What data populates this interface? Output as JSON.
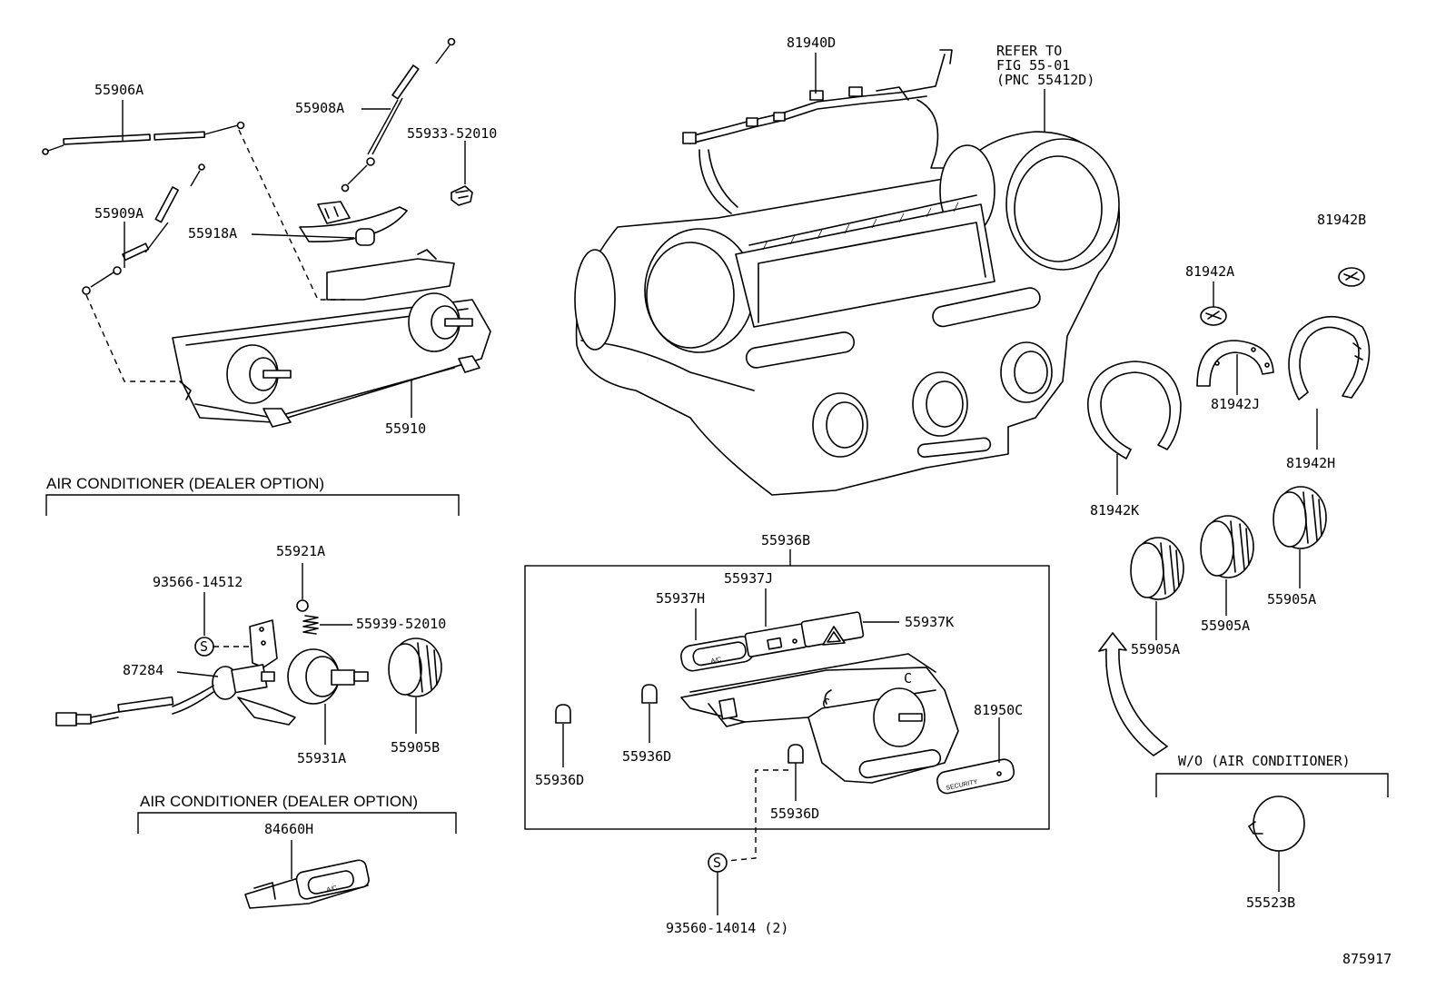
{
  "labels": {
    "p55906A": "55906A",
    "p55908A": "55908A",
    "p55933": "55933-52010",
    "p55909A": "55909A",
    "p55918A": "55918A",
    "p55910": "55910",
    "p81940D": "81940D",
    "refer1": "REFER TO",
    "refer2": "FIG 55-01",
    "refer3": "(PNC 55412D)",
    "p81942B": "81942B",
    "p81942A": "81942A",
    "p81942J": "81942J",
    "p81942H": "81942H",
    "p81942K": "81942K",
    "p55921A": "55921A",
    "p93566": "93566-14512",
    "p55939": "55939-52010",
    "p87284": "87284",
    "p55931A": "55931A",
    "p55905B": "55905B",
    "p84660H": "84660H",
    "p55936B": "55936B",
    "p55937J": "55937J",
    "p55937H": "55937H",
    "p55937K": "55937K",
    "p55936D_a": "55936D",
    "p55936D_b": "55936D",
    "p55936D_c": "55936D",
    "p81950C": "81950C",
    "p93560": "93560-14014 (2)",
    "p55905A_a": "55905A",
    "p55905A_b": "55905A",
    "p55905A_c": "55905A",
    "p55523B": "55523B",
    "figno": "875917"
  },
  "sections": {
    "ac_dealer_1": "AIR CONDITIONER (DEALER OPTION)",
    "ac_dealer_2": "AIR CONDITIONER (DEALER OPTION)",
    "wo_ac": "W/O (AIR CONDITIONER)"
  },
  "symbols": {
    "s1": "S",
    "s2": "S"
  },
  "switch_text": {
    "ac1": "A/C",
    "ac2": "A/C",
    "security": "SECURITY",
    "c1": "C",
    "c2": "C"
  }
}
